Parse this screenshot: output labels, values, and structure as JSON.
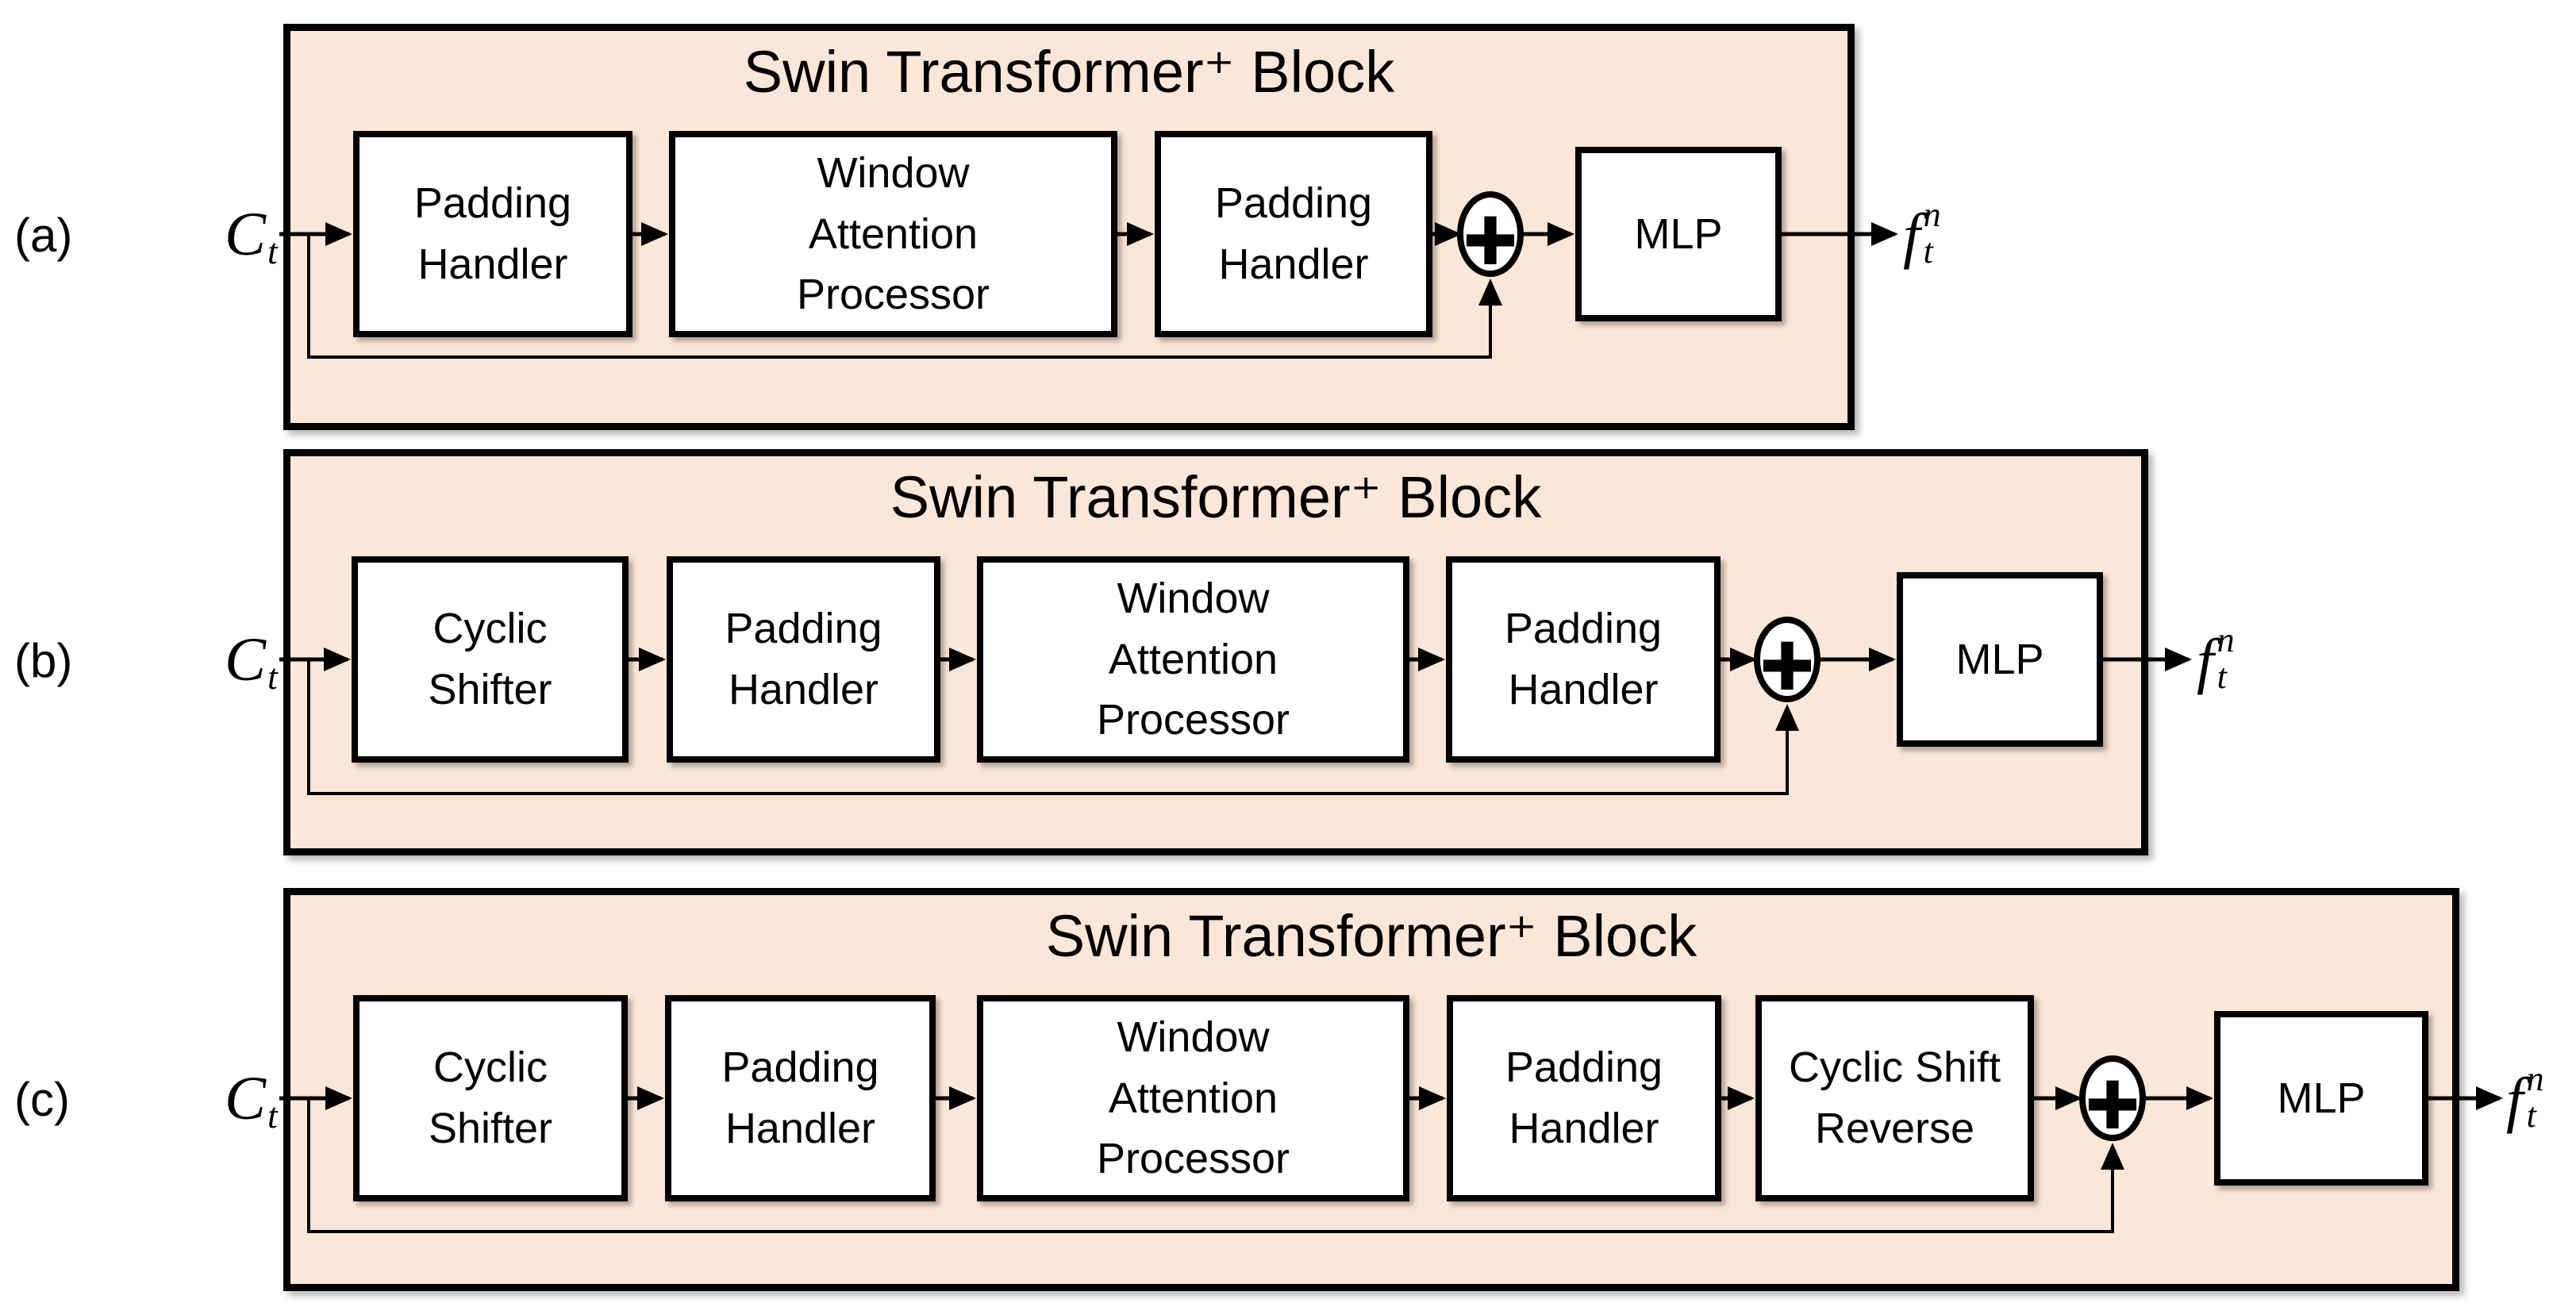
{
  "figure": {
    "panel_bg": "#FBE7D7",
    "box_bg": "#FFFFFF",
    "line_color": "#000000"
  },
  "panels": [
    {
      "label": "(a)",
      "title": "Swin Transformer⁺ Block",
      "input": {
        "base": "C",
        "sub": "t"
      },
      "output": {
        "base": "f",
        "sup": "n",
        "sub": "t"
      },
      "boxes": [
        "Padding\nHandler",
        "Window\nAttention\nProcessor",
        "Padding\nHandler"
      ],
      "operator": "+",
      "mlp": "MLP"
    },
    {
      "label": "(b)",
      "title": "Swin Transformer⁺ Block",
      "input": {
        "base": "C",
        "sub": "t"
      },
      "output": {
        "base": "f",
        "sup": "n",
        "sub": "t"
      },
      "boxes": [
        "Cyclic\nShifter",
        "Padding\nHandler",
        "Window\nAttention\nProcessor",
        "Padding\nHandler"
      ],
      "operator": "+",
      "mlp": "MLP"
    },
    {
      "label": "(c)",
      "title": "Swin Transformer⁺ Block",
      "input": {
        "base": "C",
        "sub": "t"
      },
      "output": {
        "base": "f",
        "sup": "n",
        "sub": "t"
      },
      "boxes": [
        "Cyclic\nShifter",
        "Padding\nHandler",
        "Window\nAttention\nProcessor",
        "Padding\nHandler",
        "Cyclic Shift\nReverse"
      ],
      "operator": "+",
      "mlp": "MLP"
    }
  ]
}
